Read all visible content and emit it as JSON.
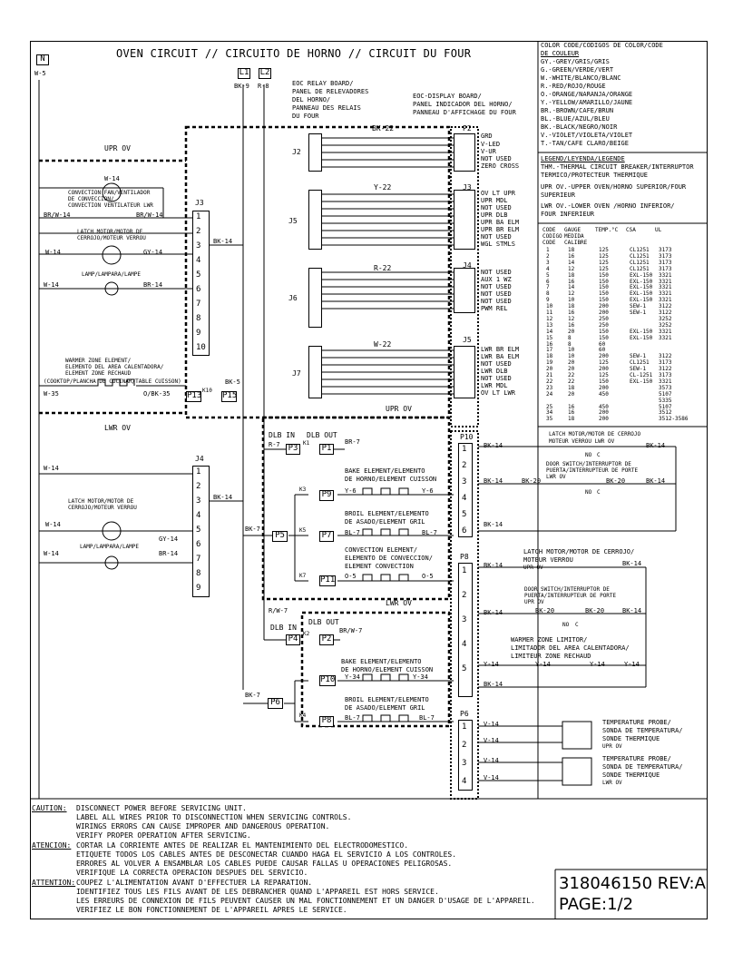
{
  "title": "OVEN CIRCUIT // CIRCUITO DE HORNO // CIRCUIT DU FOUR",
  "terminals": {
    "n": "N",
    "w5": "W-5",
    "l1": "L1",
    "l2": "L2",
    "bk9": "BK-9",
    "r8": "R-8"
  },
  "boards": {
    "eoc_relay": [
      "EOC RELAY BOARD/",
      "PANEL DE RELEVADORES",
      "DEL HORNO/",
      "PANNEAU DES RELAIS",
      "DU FOUR"
    ],
    "eoc_display": [
      "EOC-DISPLAY BOARD/",
      "PANEL INDICADOR DEL HORNO/",
      "PANNEAU D'AFFICHAGE DU FOUR"
    ]
  },
  "harness": {
    "bk22": "BK-22",
    "y22": "Y-22",
    "r22": "R-22",
    "w22": "W-22"
  },
  "connectors": {
    "j2": "J2",
    "j5": "J5",
    "j6": "J6",
    "j7": "J7",
    "p2": "P2",
    "j3r": "J3",
    "j4r": "J4",
    "j5r": "J5",
    "p10": "P10",
    "p8": "P8",
    "p6": "P6",
    "j3": "J3",
    "j4": "J4"
  },
  "p2_signals": [
    "GRD",
    "V-LED",
    "V-UR",
    "NOT USED",
    "ZERO CROSS"
  ],
  "j3r_signals": [
    "OV LT UPR",
    "UPR MDL",
    "NOT USED",
    "UPR DLB",
    "UPR BA ELM",
    "UPR BR ELM",
    "NOT USED",
    "WGL STMLS"
  ],
  "j4r_signals": [
    "NOT USED",
    "AUX 1 WZ",
    "NOT USED",
    "NOT USED",
    "NOT USED",
    "PWM REL"
  ],
  "j5r_signals": [
    "LWR BR ELM",
    "LWR BA ELM",
    "NOT USED",
    "LWR DLB",
    "NOT USED",
    "LWR MDL",
    "OV LT LWR"
  ],
  "labels": {
    "upr_ov": "UPR OV",
    "lwr_ov": "LWR OV",
    "w14": "W-14",
    "brw14": "BR/W-14",
    "gy14": "GY-14",
    "br14": "BR-14",
    "bk14": "BK-14",
    "conv_fan": [
      "CONVECTION FAN/VENTILADOR",
      "DE CONVECCION/",
      "CONVECTION VENTILATEUR LWR"
    ],
    "latch_upper": [
      "LATCH MOTOR/MOTOR DE",
      "CERROJO/MOTEUR VERROU"
    ],
    "lamp": "LAMP/LAMPARA/LAMPE",
    "warmer": [
      "WARMER ZONE ELEMENT/",
      "ELEMENTO DEL AREA CALENTADORA/",
      "ELEMENT ZONE RECHAUD"
    ],
    "cooktop": "(COOKTOP/PLANCHA DE COCINAR/TABLE CUISSON)",
    "w35": "W-35",
    "obk35": "O/BK-35",
    "p13": "P13",
    "p15": "P15",
    "bk5": "BK-5",
    "k10": "K10",
    "latch_lower": [
      "LATCH MOTOR/MOTOR DE",
      "CERROJO/MOTEUR VERROU"
    ],
    "dlb_in": "DLB IN",
    "dlb_out": "DLB OUT",
    "r7": "R-7",
    "br7": "BR-7",
    "p3": "P3",
    "p1": "P1",
    "p9": "P9",
    "p5": "P5",
    "p7": "P7",
    "p11": "P11",
    "p4": "P4",
    "p2b": "P2",
    "p6b": "P6",
    "p10b": "P10",
    "p8b": "P8",
    "bk7": "BK-7",
    "y6": "Y-6",
    "bl7": "BL-7",
    "o5": "O-5",
    "rw7": "R/W-7",
    "brw7": "BR/W-7",
    "y34": "Y-34",
    "bake_upper": [
      "BAKE ELEMENT/ELEMENTO",
      "DE HORNO/ELEMENT CUISSON"
    ],
    "broil_upper": [
      "BROIL ELEMENT/ELEMENTO",
      "DE ASADO/ELEMENT GRIL"
    ],
    "convection": [
      "CONVECTION ELEMENT/",
      "ELEMENTO DE CONVECCION/",
      "ELEMENT CONVECTION"
    ],
    "bake_lower": [
      "BAKE ELEMENT/ELEMENTO",
      "DE HORNO/ELEMENT CUISSON"
    ],
    "broil_lower": [
      "BROIL ELEMENT/ELEMENTO",
      "DE ASADO/ELEMENT GRIL"
    ],
    "k3": "K3",
    "k5": "K5",
    "k7": "K7",
    "k2": "K2",
    "k4": "K4",
    "k1": "K1",
    "latch_lwr_r": [
      "LATCH MOTOR/MOTOR DE CERROJO",
      "MOTEUR VERROU LWR OV"
    ],
    "door_switch_lwr": [
      "DOOR SWITCH/INTERRUPTOR DE",
      "PUERTA/INTERRUPTEUR DE PORTE",
      "LWR OV"
    ],
    "bk20": "BK-20",
    "no": "NO",
    "c": "C",
    "latch_upr_r": [
      "LATCH MOTOR/MOTOR DE CERROJO/",
      "MOTEUR VERROU",
      "UPR OV"
    ],
    "door_switch_upr": [
      "DOOR SWITCH/INTERRUPTOR DE",
      "PUERTA/INTERRUPTEUR DE PORTE",
      "UPR OV"
    ],
    "warmer_limit": [
      "WARMER ZONE LIMITOR/",
      "LIMITADOR DEL AREA CALENTADORA/",
      "LIMITEUR ZONE RECHAUD"
    ],
    "y14": "Y-14",
    "v14": "V-14",
    "temp_upper": [
      "TEMPERATURE PROBE/",
      "SONDA DE TEMPERATURA/",
      "SONDE THERMIQUE",
      "UPR OV"
    ],
    "temp_lower": [
      "TEMPERATURE PROBE/",
      "SONDA DE TEMPERATURA/",
      "SONDE THERMIQUE",
      "LWR OV"
    ]
  },
  "color_code": {
    "title": [
      "COLOR CODE/CODIGOS DE COLOR/CODE",
      "DE COULEUR"
    ],
    "items": [
      "GY.-GREY/GRIS/GRIS",
      "G.-GREEN/VERDE/VERT",
      "W.-WHITE/BLANCO/BLANC",
      "R.-RED/ROJO/ROUGE",
      "O.-ORANGE/NARANJA/ORANGE",
      "Y.-YELLOW/AMARILLO/JAUNE",
      "BR.-BROWN/CAFE/BRUN",
      "BL.-BLUE/AZUL/BLEU",
      "BK.-BLACK/NEGRO/NOIR",
      "V.-VIOLET/VIOLETA/VIOLET",
      "T.-TAN/CAFE CLARO/BEIGE"
    ]
  },
  "legend": {
    "title": "LEGEND/LEYENDA/LEGENDE",
    "items": [
      "THM.-THERMAL CIRCUIT BREAKER/INTERRUPTOR",
      "TERMICO/PROTECTEUR THERMIQUE",
      "UPR OV.-UPPER OVEN/HORNO SUPERIOR/FOUR",
      "          SUPERIEUR",
      "LWR OV.-LOWER OVEN /HORNO INFERIOR/",
      "          FOUR INFERIEUR"
    ]
  },
  "gauge_table": {
    "headers": [
      [
        "CODE",
        "CODIGO",
        "CODE"
      ],
      [
        "GAUGE",
        "MEDIDA",
        "CALIBRE"
      ],
      [
        "TEMP.°C"
      ],
      [
        "CSA"
      ],
      [
        "UL"
      ]
    ],
    "rows": [
      [
        "1",
        "18",
        "125",
        "CL1251",
        "3173"
      ],
      [
        "2",
        "16",
        "125",
        "CL1251",
        "3173"
      ],
      [
        "3",
        "14",
        "125",
        "CL1251",
        "3173"
      ],
      [
        "4",
        "12",
        "125",
        "CL1251",
        "3173"
      ],
      [
        "5",
        "18",
        "150",
        "EXL-150",
        "3321"
      ],
      [
        "6",
        "16",
        "150",
        "EXL-150",
        "3321"
      ],
      [
        "7",
        "14",
        "150",
        "EXL-150",
        "3321"
      ],
      [
        "8",
        "12",
        "150",
        "EXL-150",
        "3321"
      ],
      [
        "9",
        "10",
        "150",
        "EXL-150",
        "3321"
      ],
      [
        "10",
        "18",
        "200",
        "SEW-1",
        "3122"
      ],
      [
        "11",
        "16",
        "200",
        "SEW-1",
        "3122"
      ],
      [
        "12",
        "12",
        "250",
        "",
        "3252"
      ],
      [
        "13",
        "16",
        "250",
        "",
        "3252"
      ],
      [
        "14",
        "20",
        "150",
        "EXL-150",
        "3321"
      ],
      [
        "15",
        "8",
        "150",
        "EXL-150",
        "3321"
      ],
      [
        "16",
        "8",
        "60",
        "",
        ""
      ],
      [
        "17",
        "10",
        "60",
        "",
        ""
      ],
      [
        "18",
        "10",
        "200",
        "SEW-1",
        "3122"
      ],
      [
        "19",
        "20",
        "125",
        "CL1251",
        "3173"
      ],
      [
        "20",
        "20",
        "200",
        "SEW-1",
        "3122"
      ],
      [
        "21",
        "22",
        "125",
        "CL-1251",
        "3173"
      ],
      [
        "22",
        "22",
        "150",
        "EXL-150",
        "3321"
      ],
      [
        "23",
        "18",
        "200",
        "",
        "3573"
      ],
      [
        "24",
        "20",
        "450",
        "",
        "5107"
      ],
      [
        "",
        "",
        "",
        "",
        "5335"
      ],
      [
        "25",
        "16",
        "450",
        "",
        "5107"
      ],
      [
        "34",
        "16",
        "200",
        "",
        "3512"
      ],
      [
        "35",
        "18",
        "200",
        "",
        "3512-3586"
      ]
    ]
  },
  "caution": {
    "label1": "CAUTION:",
    "lines1": [
      "DISCONNECT POWER BEFORE SERVICING UNIT.",
      "LABEL ALL WIRES PRIOR TO DISCONNECTION WHEN SERVICING CONTROLS.",
      "WIRINGS ERRORS CAN CAUSE IMPROPER AND DANGEROUS OPERATION.",
      "VERIFY PROPER OPERATION AFTER SERVICING."
    ],
    "label2": "ATENCION:",
    "lines2": [
      "CORTAR LA CORRIENTE ANTES DE REALIZAR EL MANTENIMIENTO DEL ELECTRODOMESTICO.",
      "ETIQUETE TODOS LOS CABLES ANTES DE DESCONECTAR CUANDO HAGA EL SERVICIO A LOS CONTROLES.",
      "ERRORES AL VOLVER A ENSAMBLAR LOS CABLES PUEDE CAUSAR FALLAS U OPERACIONES PELIGROSAS.",
      "VERIFIQUE LA CORRECTA OPERACION DESPUES DEL SERVICIO."
    ],
    "label3": "ATTENTION:",
    "lines3": [
      "COUPEZ L'ALIMENTATION AVANT D'EFFECTUER LA REPARATION.",
      "IDENTIFIEZ TOUS LES FILS AVANT DE LES DEBRANCHER QUAND L'APPAREIL EST HORS SERVICE.",
      "LES ERREURS DE CONNEXION DE FILS PEUVENT CAUSER UN MAL FONCTIONNEMENT ET UN DANGER D'USAGE DE L'APPAREIL.",
      "VERIFIEZ LE BON FONCTIONNEMENT DE L'APPAREIL APRES LE SERVICE."
    ]
  },
  "part_number": "318046150 REV:A",
  "page": "PAGE:1/2"
}
